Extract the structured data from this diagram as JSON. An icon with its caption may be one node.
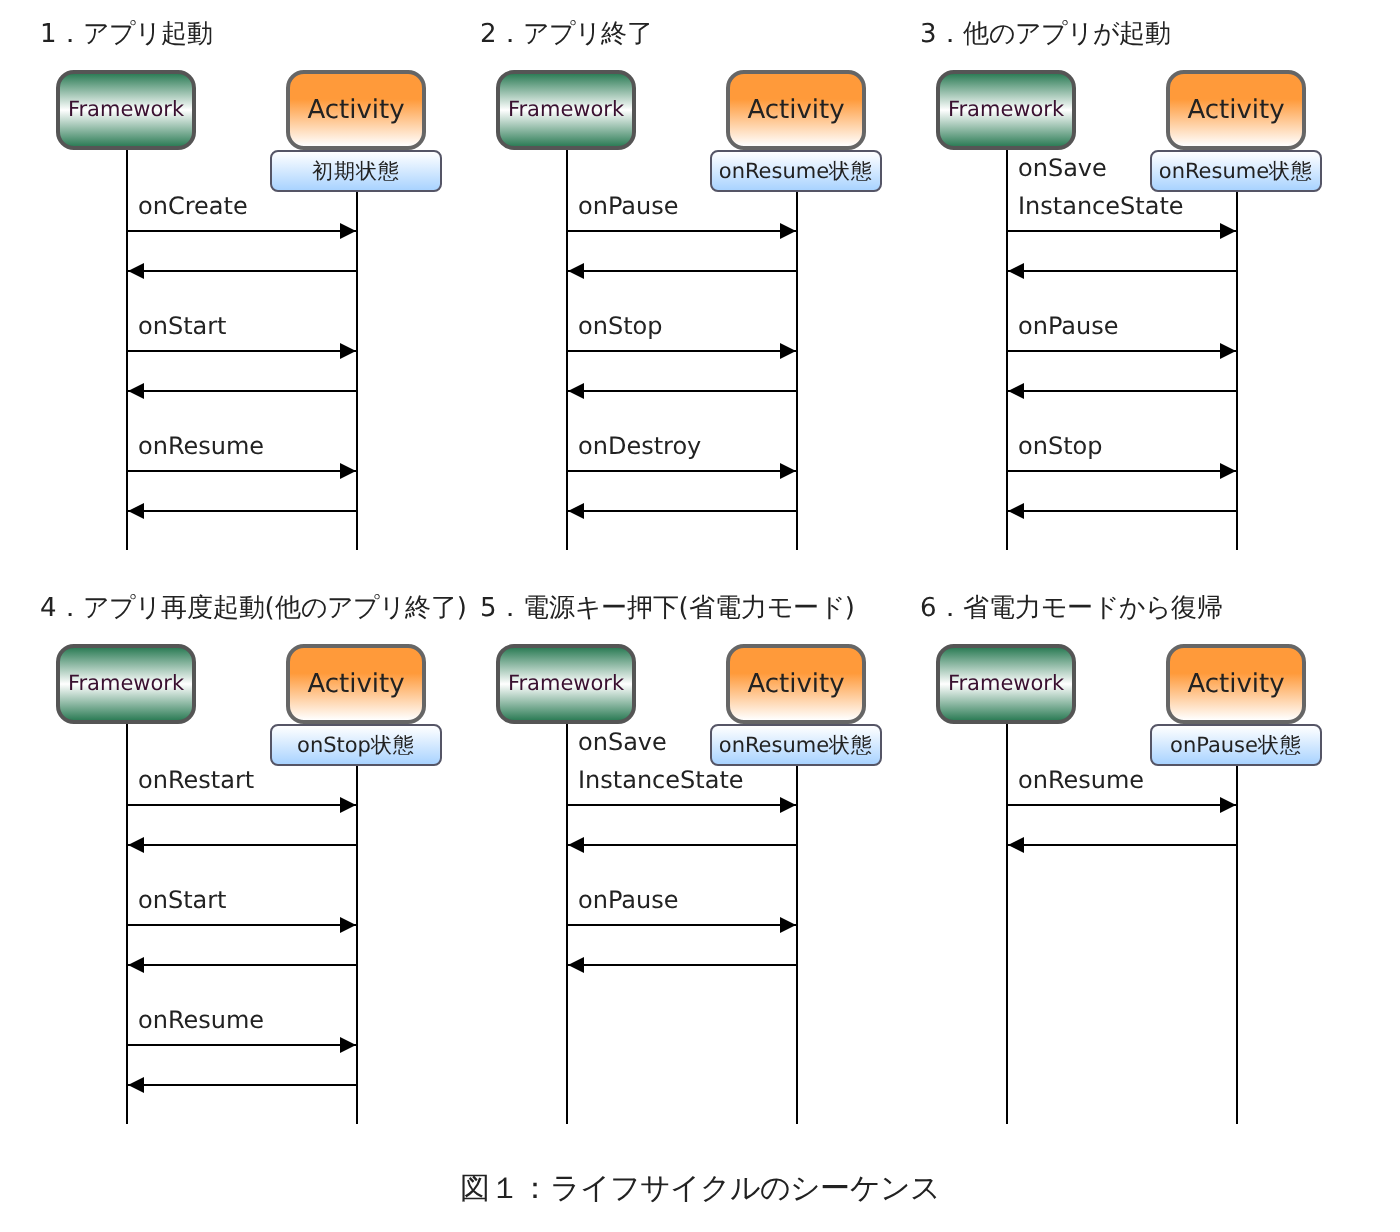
{
  "diagram": {
    "caption": "図１：ライフサイクルのシーケンス",
    "nodes": [
      {
        "text": [
          "Framework"
        ]
      },
      {
        "text": [
          "Activity"
        ]
      },
      {
        "text": [
          "初期状態"
        ]
      },
      {
        "text": [],
        "shape": "line"
      },
      {
        "text": [],
        "shape": "line"
      },
      {
        "text": [
          "Framework"
        ]
      },
      {
        "text": [
          "Activity"
        ]
      },
      {
        "text": [
          "onResume状態"
        ]
      },
      {
        "text": [],
        "shape": "line"
      },
      {
        "text": [],
        "shape": "line"
      },
      {
        "text": [
          "Framework"
        ]
      },
      {
        "text": [
          "Activity"
        ]
      },
      {
        "text": [
          "onResume状態"
        ]
      },
      {
        "text": [],
        "shape": "line"
      },
      {
        "text": [],
        "shape": "line"
      },
      {
        "text": [
          "Framework"
        ]
      },
      {
        "text": [
          "Activity"
        ]
      },
      {
        "text": [
          "onStop状態"
        ]
      },
      {
        "text": [],
        "shape": "line"
      },
      {
        "text": [],
        "shape": "line"
      },
      {
        "text": [
          "Framework"
        ]
      },
      {
        "text": [
          "Activity"
        ]
      },
      {
        "text": [
          "onResume状態"
        ]
      },
      {
        "text": [],
        "shape": "line"
      },
      {
        "text": [],
        "shape": "line"
      },
      {
        "text": [
          "Framework"
        ]
      },
      {
        "text": [
          "Activity"
        ]
      },
      {
        "text": [
          "onPause状態"
        ]
      },
      {
        "text": [],
        "shape": "line"
      },
      {
        "text": [],
        "shape": "line"
      }
    ],
    "edges": [
      {
        "from": 3,
        "to": 4,
        "arrow": "to",
        "label": "onCreate"
      },
      {
        "from": 4,
        "to": 3,
        "arrow": "to"
      },
      {
        "from": 3,
        "to": 4,
        "arrow": "to",
        "label": "onStart"
      },
      {
        "from": 4,
        "to": 3,
        "arrow": "to"
      },
      {
        "from": 3,
        "to": 4,
        "arrow": "to",
        "label": "onResume"
      },
      {
        "from": 4,
        "to": 3,
        "arrow": "to"
      },
      {
        "from": 8,
        "to": 9,
        "arrow": "to",
        "label": "onPause"
      },
      {
        "from": 9,
        "to": 8,
        "arrow": "to"
      },
      {
        "from": 8,
        "to": 9,
        "arrow": "to",
        "label": "onStop"
      },
      {
        "from": 9,
        "to": 8,
        "arrow": "to"
      },
      {
        "from": 8,
        "to": 9,
        "arrow": "to",
        "label": "onDestroy"
      },
      {
        "from": 9,
        "to": 8,
        "arrow": "to"
      },
      {
        "from": 13,
        "to": 14,
        "arrow": "to",
        "label": "onSave InstanceState"
      },
      {
        "from": 14,
        "to": 13,
        "arrow": "to"
      },
      {
        "from": 13,
        "to": 14,
        "arrow": "to",
        "label": "onPause"
      },
      {
        "from": 14,
        "to": 13,
        "arrow": "to"
      },
      {
        "from": 13,
        "to": 14,
        "arrow": "to",
        "label": "onStop"
      },
      {
        "from": 14,
        "to": 13,
        "arrow": "to"
      },
      {
        "from": 18,
        "to": 19,
        "arrow": "to",
        "label": "onRestart"
      },
      {
        "from": 19,
        "to": 18,
        "arrow": "to"
      },
      {
        "from": 18,
        "to": 19,
        "arrow": "to",
        "label": "onStart"
      },
      {
        "from": 19,
        "to": 18,
        "arrow": "to"
      },
      {
        "from": 18,
        "to": 19,
        "arrow": "to",
        "label": "onResume"
      },
      {
        "from": 19,
        "to": 18,
        "arrow": "to"
      },
      {
        "from": 23,
        "to": 24,
        "arrow": "to",
        "label": "onSave InstanceState"
      },
      {
        "from": 24,
        "to": 23,
        "arrow": "to"
      },
      {
        "from": 23,
        "to": 24,
        "arrow": "to",
        "label": "onPause"
      },
      {
        "from": 24,
        "to": 23,
        "arrow": "to"
      },
      {
        "from": 28,
        "to": 29,
        "arrow": "to",
        "label": "onResume"
      },
      {
        "from": 29,
        "to": 28,
        "arrow": "to"
      }
    ],
    "labels": [
      "1．アプリ起動",
      "2．アプリ終了",
      "3．他のアプリが起動",
      "4．アプリ再度起動(他のアプリ終了)",
      "5．電源キー押下(省電力モード)",
      "6．省電力モードから復帰"
    ]
  }
}
